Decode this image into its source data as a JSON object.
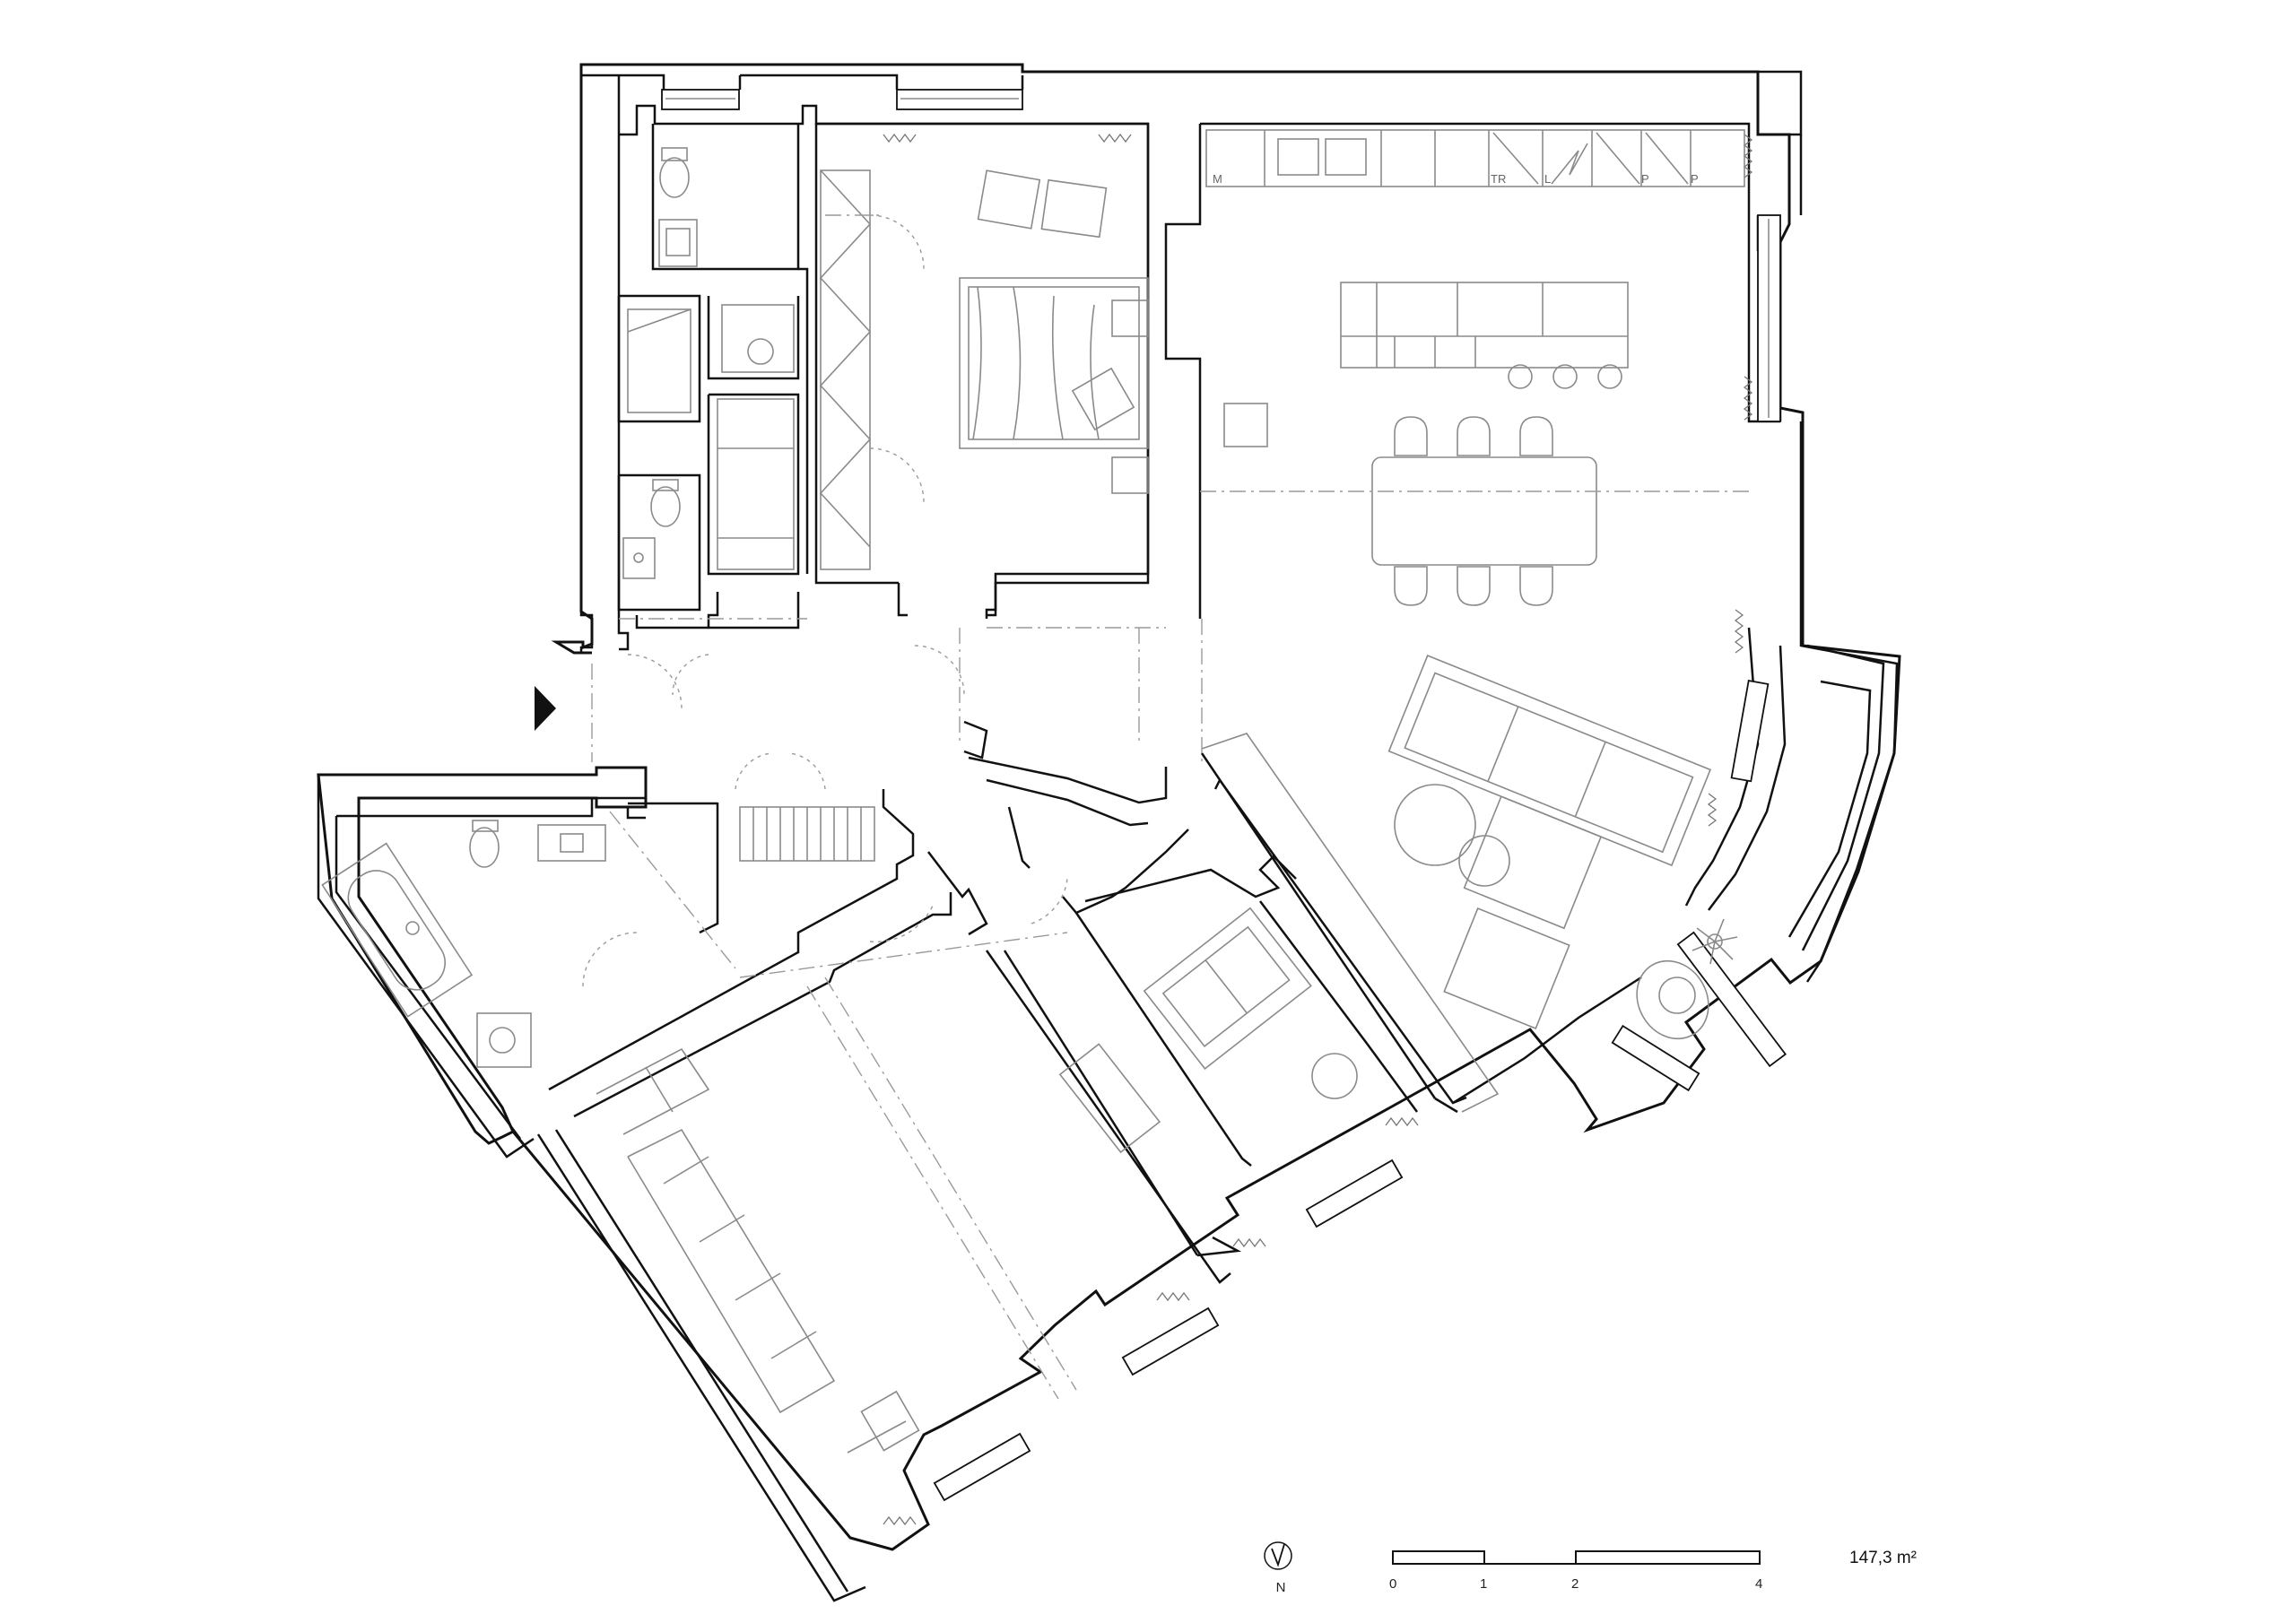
{
  "kitchen_labels": [
    "M",
    "TR",
    "L",
    "P",
    "P"
  ],
  "north_label": "N",
  "scale": {
    "ticks": [
      "0",
      "1",
      "2",
      "4"
    ]
  },
  "area": "147,3 m²"
}
